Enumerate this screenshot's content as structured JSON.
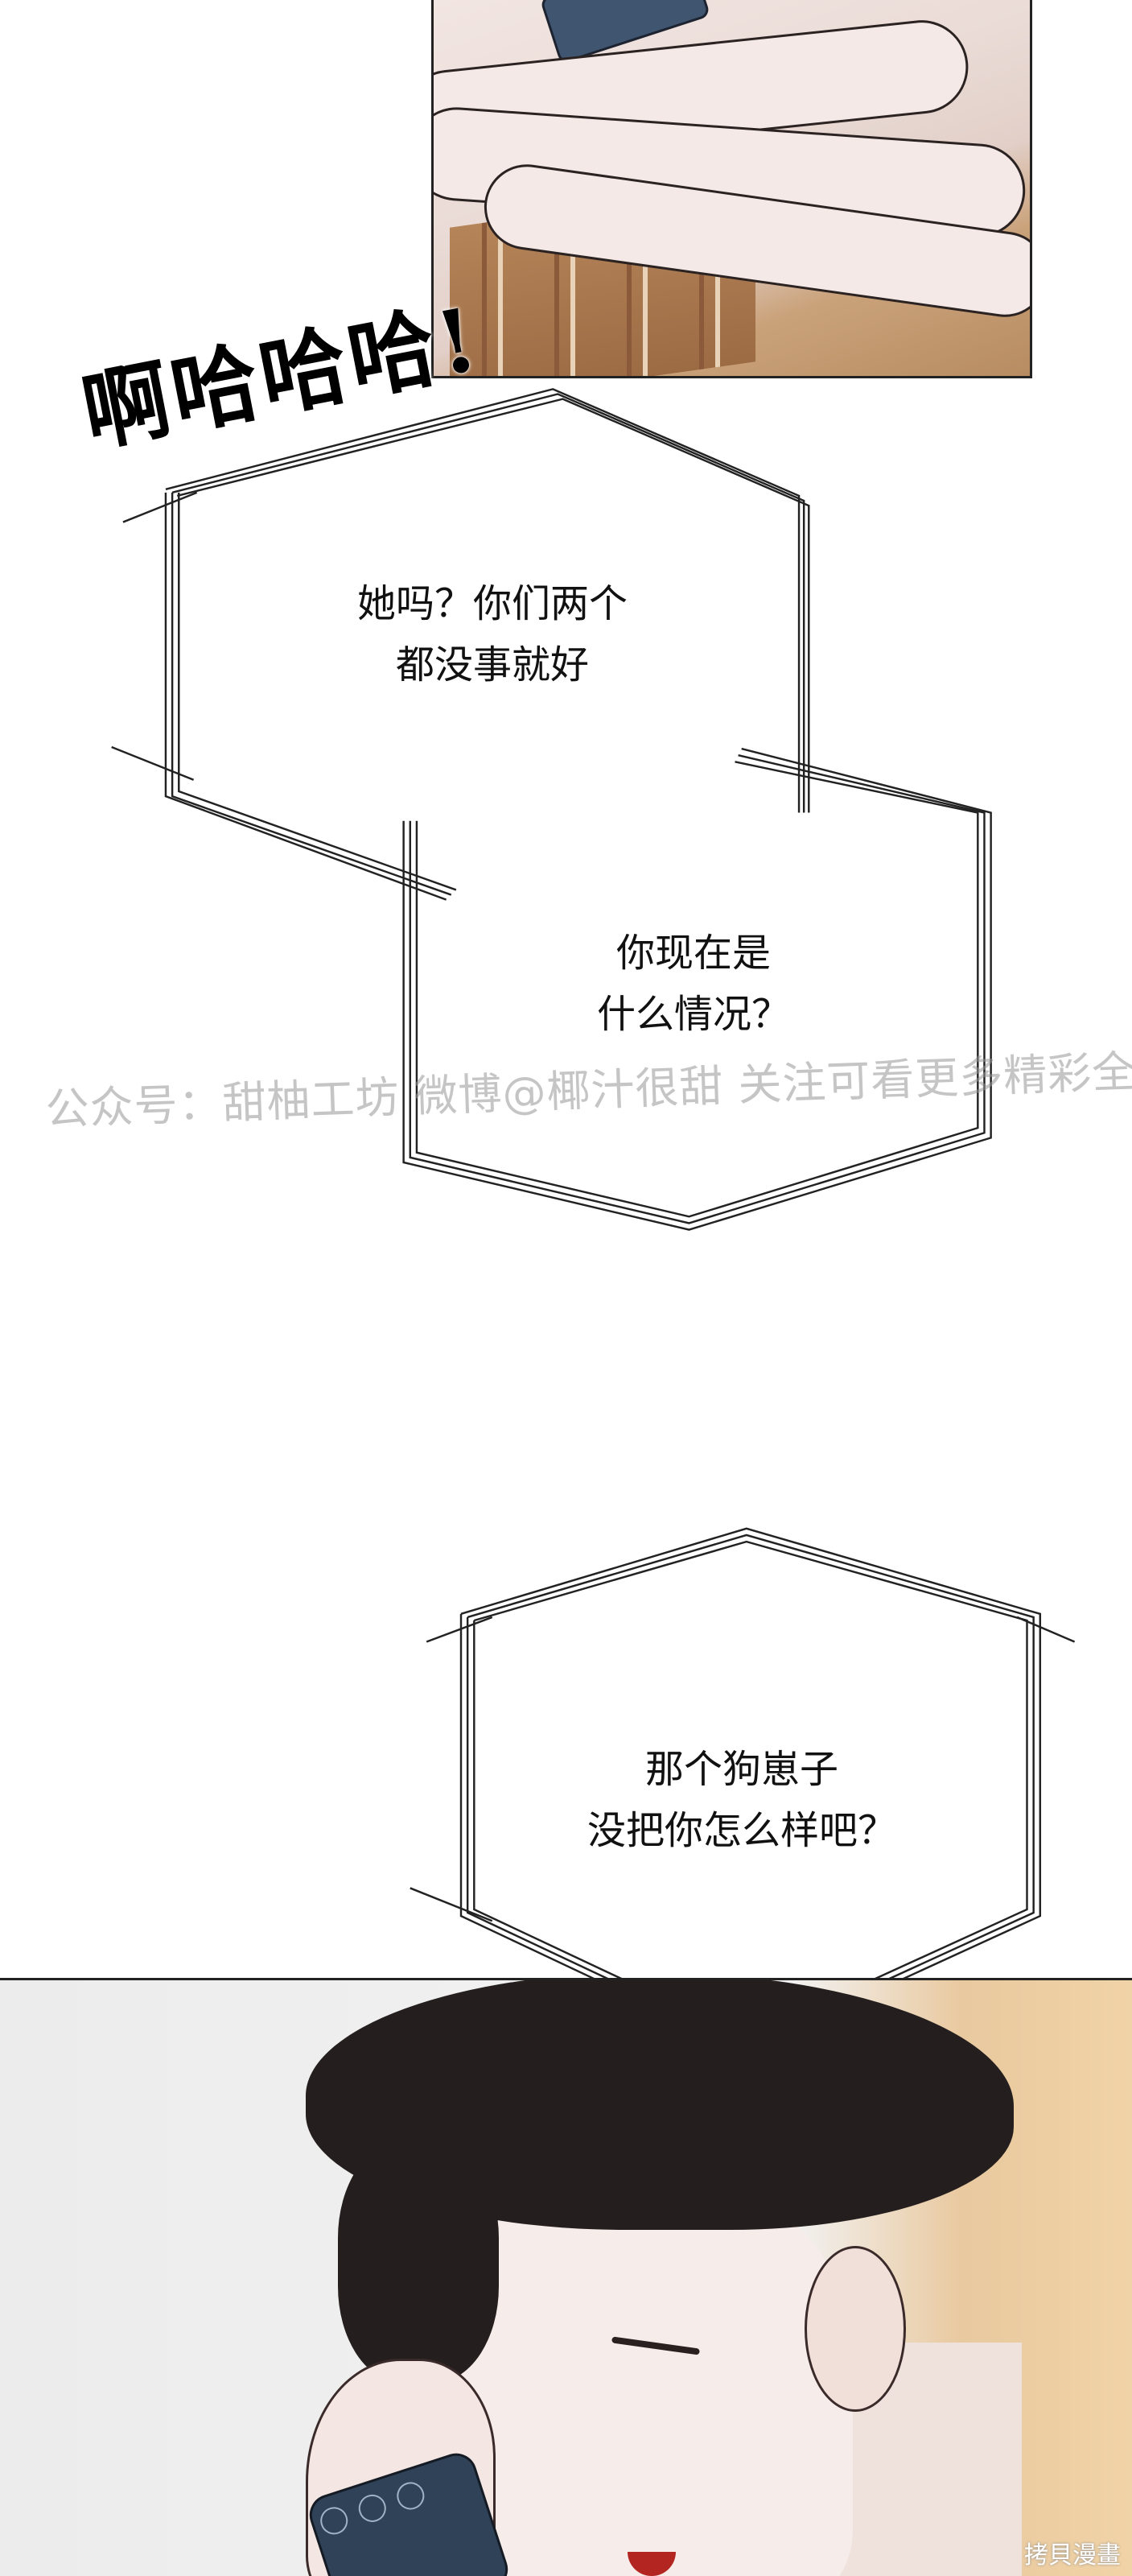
{
  "sfx": "啊哈哈哈!",
  "bubbles": [
    {
      "line1": "她吗？你们两个",
      "line2": "都没事就好"
    },
    {
      "line1": "你现在是",
      "line2": "什么情况？"
    },
    {
      "line1": "那个狗崽子",
      "line2": "没把你怎么样吧？"
    }
  ],
  "watermark": "公众号：甜柚工坊 微博@椰汁很甜 关注可看更多精彩全集 禁止搬运",
  "corner_mark": "拷貝漫畫"
}
